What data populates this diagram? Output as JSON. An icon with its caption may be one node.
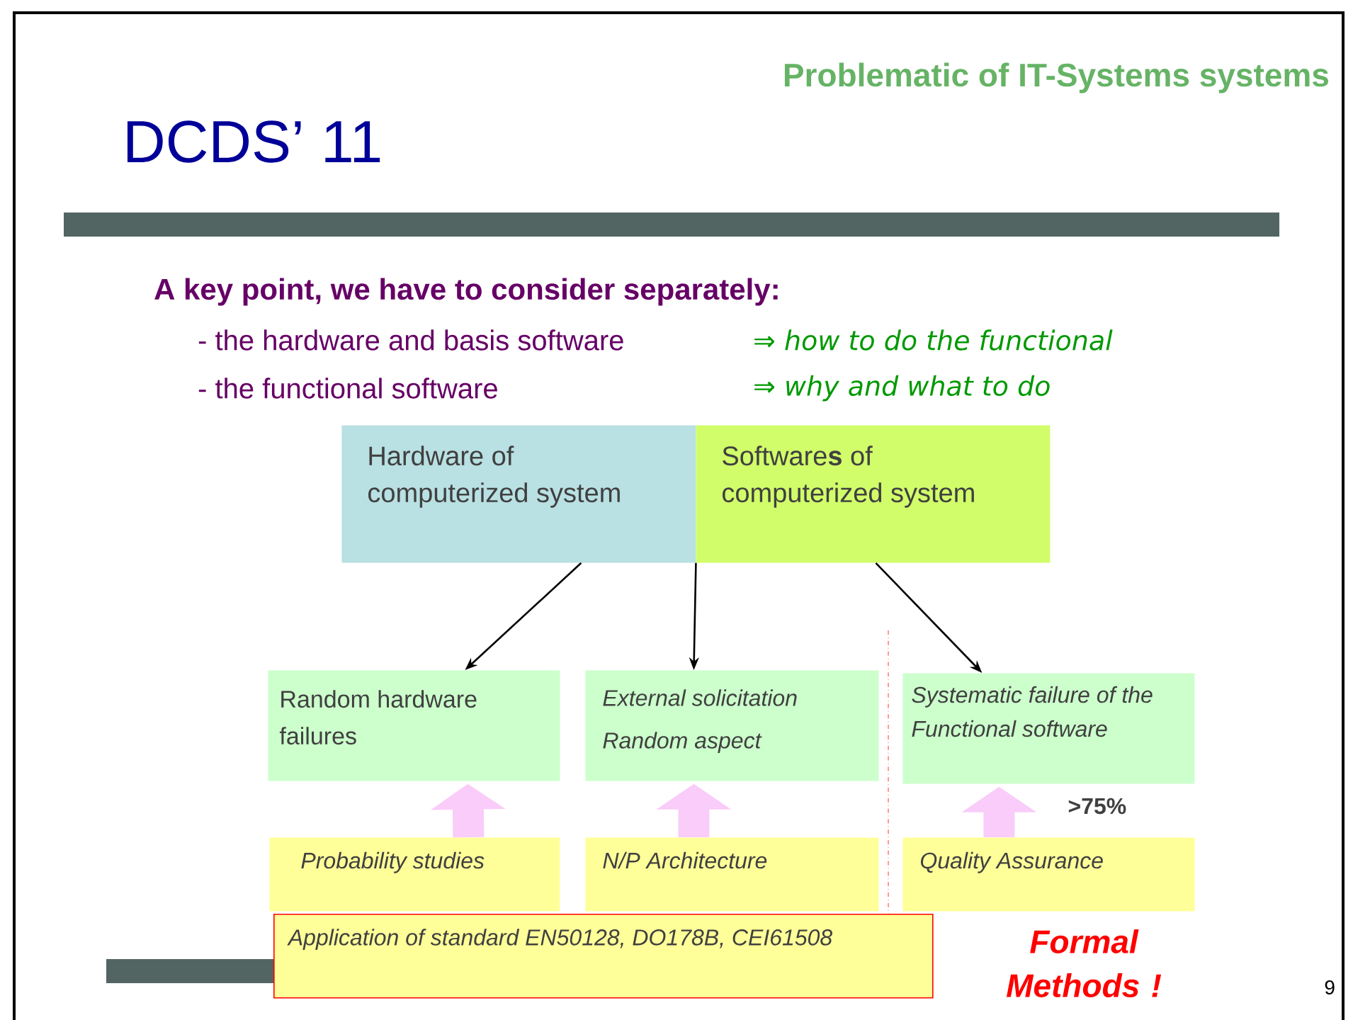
{
  "diagram": {
    "title": "DCDS’ 11",
    "nodes": [
      {
        "text": [
          "Hardware of computerized system"
        ]
      },
      {
        "text": [
          "Software**s** of computerized system"
        ]
      },
      {
        "text": [
          "Random hardware failures"
        ]
      },
      {
        "text": [
          "External solicitation",
          "Random aspect"
        ]
      },
      {
        "text": [
          "Systematic failure of the Functional software"
        ]
      },
      {
        "text": [
          "Probability studies"
        ]
      },
      {
        "text": [
          "N/P Architecture"
        ]
      },
      {
        "text": [
          "Quality Assurance"
        ]
      },
      {
        "text": [
          "Application of standard EN50128, DO178B, CEI61508"
        ]
      }
    ],
    "edges": [
      {
        "from": 0,
        "to": 2,
        "arrow": "to"
      },
      {
        "from": 0,
        "to": 3,
        "arrow": "to"
      },
      {
        "from": 1,
        "to": 4,
        "arrow": "to"
      },
      {
        "from": 5,
        "to": 2,
        "arrow": "to",
        "style": "thick",
        "color": "#f9ccf9"
      },
      {
        "from": 6,
        "to": 3,
        "arrow": "to",
        "style": "thick",
        "color": "#f9ccf9"
      },
      {
        "from": 7,
        "to": 4,
        "arrow": "to",
        "style": "thick",
        "color": "#f9ccf9",
        "label": ">75%"
      }
    ],
    "labels": [
      "Problematic of IT-Systems systems",
      "A key point, we have to consider separately:",
      "- the hardware and basis software",
      "⇒ how to do the functional",
      "- the functional software",
      "⇒ why and what to do",
      "Formal Methods !",
      "9"
    ]
  }
}
